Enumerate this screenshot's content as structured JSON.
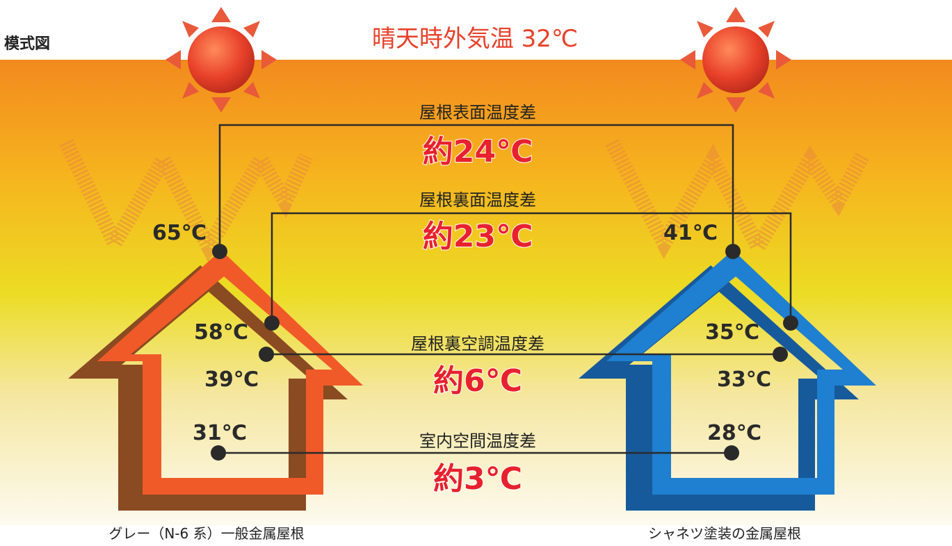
{
  "corner_label": "模式図",
  "title": "晴天時外気温 32℃",
  "left_house": {
    "caption": "グレー（N-6 系）一般金属屋根",
    "roof_surface": "65℃",
    "roof_underside": "58℃",
    "attic_air": "39℃",
    "indoor": "31℃",
    "color": "#f05a28",
    "shadow_color": "#8a4a22"
  },
  "right_house": {
    "caption": "シャネツ塗装の金属屋根",
    "roof_surface": "41℃",
    "roof_underside": "35℃",
    "attic_air": "33℃",
    "indoor": "28℃",
    "color": "#1f7fd0",
    "shadow_color": "#175a9c"
  },
  "differences": [
    {
      "label": "屋根表面温度差",
      "value": "約24℃"
    },
    {
      "label": "屋根裏面温度差",
      "value": "約23℃"
    },
    {
      "label": "屋根裏空調温度差",
      "value": "約6℃"
    },
    {
      "label": "室内空間温度差",
      "value": "約3℃"
    }
  ],
  "colors": {
    "title": "#e8402a",
    "difference_value": "#e8212e",
    "sun": "#e8412a",
    "sun_rays": "#e85a3a",
    "line": "#2a2a2a"
  }
}
